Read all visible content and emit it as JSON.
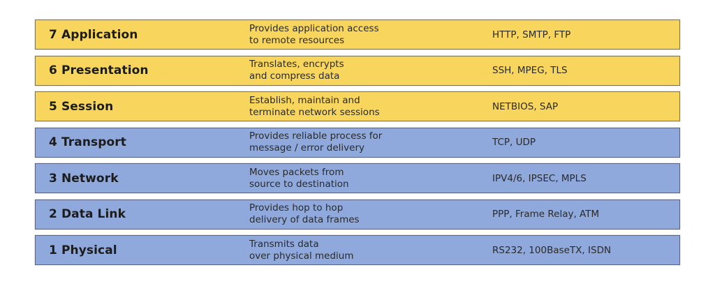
{
  "colors": {
    "upper_layer_fill": "#f8d55c",
    "lower_layer_fill": "#8fa9dc"
  },
  "layers": [
    {
      "name": "7 Application",
      "description": [
        "Provides application access",
        "to remote resources"
      ],
      "protocols": "HTTP, SMTP, FTP",
      "group": "upper"
    },
    {
      "name": "6 Presentation",
      "description": [
        "Translates, encrypts",
        "and compress data"
      ],
      "protocols": "SSH, MPEG, TLS",
      "group": "upper"
    },
    {
      "name": "5 Session",
      "description": [
        "Establish, maintain and",
        "terminate network sessions"
      ],
      "protocols": "NETBIOS, SAP",
      "group": "upper"
    },
    {
      "name": "4 Transport",
      "description": [
        "Provides reliable process for",
        "message / error delivery"
      ],
      "protocols": "TCP, UDP",
      "group": "lower"
    },
    {
      "name": "3 Network",
      "description": [
        "Moves packets from",
        "source to destination"
      ],
      "protocols": "IPV4/6, IPSEC, MPLS",
      "group": "lower"
    },
    {
      "name": "2 Data Link",
      "description": [
        "Provides hop to hop",
        "delivery of data frames"
      ],
      "protocols": "PPP, Frame Relay, ATM",
      "group": "lower"
    },
    {
      "name": "1 Physical",
      "description": [
        "Transmits data",
        "over physical medium"
      ],
      "protocols": "RS232, 100BaseTX, ISDN",
      "group": "lower"
    }
  ]
}
